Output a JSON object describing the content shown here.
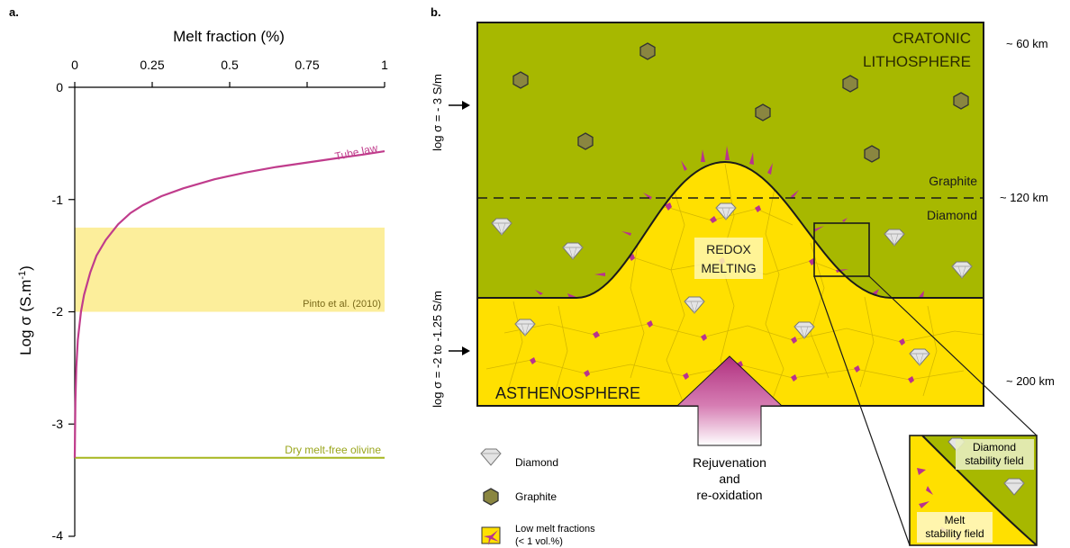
{
  "panel_a": {
    "letter": "a.",
    "top_axis_title": "Melt fraction (%)",
    "x_ticks": [
      "0",
      "0.25",
      "0.5",
      "0.75",
      "1"
    ],
    "y_ticks": [
      "0",
      "-1",
      "-2",
      "-3",
      "-4"
    ],
    "y_label_main": "Log σ (S.m",
    "y_label_sup": "-1",
    "y_label_close": ")",
    "curve_label": "Tube law",
    "band_label": "Pinto et al. (2010)",
    "olivine_label": "Dry melt-free olivine"
  },
  "chart_data": {
    "type": "line",
    "xlabel": "Melt fraction (%)",
    "ylabel": "Log σ (S.m-1)",
    "xlim": [
      0,
      1
    ],
    "ylim": [
      -4,
      0
    ],
    "x_axis_position": "top",
    "grid": false,
    "series": [
      {
        "name": "Tube law",
        "color": "#c03c8c",
        "x": [
          0,
          0.002,
          0.005,
          0.01,
          0.02,
          0.03,
          0.05,
          0.07,
          0.1,
          0.14,
          0.18,
          0.22,
          0.28,
          0.35,
          0.45,
          0.55,
          0.65,
          0.75,
          0.85,
          0.93,
          1.0
        ],
        "y": [
          -3.3,
          -2.8,
          -2.5,
          -2.25,
          -2.0,
          -1.85,
          -1.65,
          -1.5,
          -1.36,
          -1.22,
          -1.12,
          -1.05,
          -0.97,
          -0.9,
          -0.82,
          -0.76,
          -0.71,
          -0.67,
          -0.63,
          -0.6,
          -0.57
        ]
      },
      {
        "name": "Dry melt-free olivine",
        "color": "#a6b61e",
        "x": [
          0,
          1
        ],
        "y": [
          -3.3,
          -3.3
        ]
      }
    ],
    "bands": [
      {
        "name": "Pinto et al. (2010)",
        "y_range": [
          -2.0,
          -1.25
        ],
        "color": "#fcee9b"
      }
    ]
  },
  "panel_b": {
    "letter": "b.",
    "craton_line1": "CRATONIC",
    "craton_line2": "LITHOSPHERE",
    "graphite_label": "Graphite",
    "diamond_label": "Diamond",
    "redox_line1": "REDOX",
    "redox_line2": "MELTING",
    "asthenosphere": "ASTHENOSPHERE",
    "depth_60": "~ 60 km",
    "depth_120": "~ 120 km",
    "depth_200": "~ 200 km",
    "sigma_upper": "log σ = - 3 S/m",
    "sigma_lower": "log σ = -2 to -1.25 S/m",
    "arrow_line1": "Rejuvenation",
    "arrow_line2": "and",
    "arrow_line3": "re-oxidation",
    "legend_diamond": "Diamond",
    "legend_graphite": "Graphite",
    "legend_melt_line1": "Low melt fractions",
    "legend_melt_line2": "(< 1 vol.%)",
    "inset_diamond_line1": "Diamond",
    "inset_diamond_line2": "stability field",
    "inset_melt_line1": "Melt",
    "inset_melt_line2": "stability field"
  },
  "colors": {
    "lithosphere": "#a7b800",
    "asthenosphere": "#ffe000",
    "melt": "#b8338f",
    "band": "#fcee9b",
    "curve": "#c03c8c",
    "olivine": "#a6b61e"
  }
}
